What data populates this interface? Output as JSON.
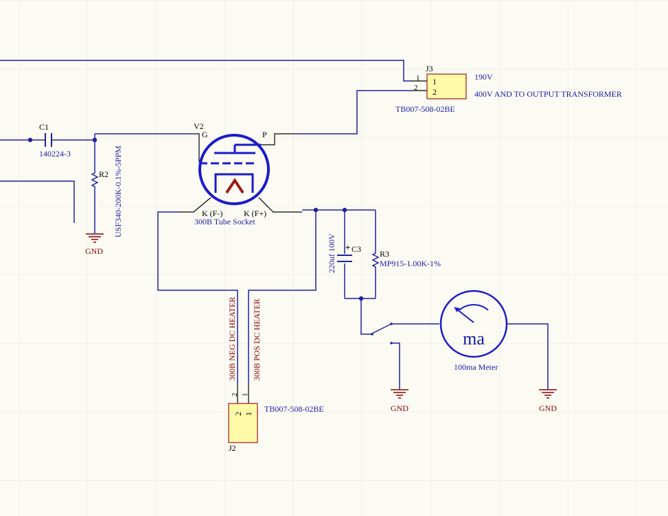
{
  "colors": {
    "background": "#fbfbf4",
    "grid": "#e6e6dc",
    "wire": "#1f1f9e",
    "pin": "#000000",
    "label_blue": "#1a1aa8",
    "label_red": "#8b0000",
    "connector_fill": "#fff9a8",
    "connector_border": "#a01818",
    "tube": "#1a1acc"
  },
  "components": {
    "c1": {
      "designator": "C1",
      "value": "140224-3"
    },
    "r2": {
      "designator": "R2",
      "value": "USF340-200K-0.1%-5PPM"
    },
    "v2": {
      "designator": "V2",
      "pin_g": "G",
      "pin_p": "P",
      "pin_kn": "K (F-)",
      "pin_kp": "K (F+)",
      "comment": "300B Tube Socket"
    },
    "j3": {
      "designator": "J3",
      "pin1": "1",
      "pin2": "2",
      "pin1_inside": "1",
      "pin2_inside": "2",
      "comment": "TB007-508-02BE"
    },
    "j2": {
      "designator": "J2",
      "pin1": "1",
      "pin2": "2",
      "pin1_inside": "1",
      "pin2_inside": "2",
      "comment": "TB007-508-02BE"
    },
    "c3": {
      "designator": "C3",
      "value": "220uf 100V",
      "polarity": "+"
    },
    "r3": {
      "designator": "R3",
      "value": "MP915-1.00K-1%"
    },
    "meter": {
      "symbol": "ma",
      "comment": "100ma Meter"
    }
  },
  "net_labels": {
    "v190": "190V",
    "v400": "400V AND TO OUTPUT TRANSFORMER",
    "heater_neg": "300B NEG DC HEATER",
    "heater_pos": "300B POS DC HEATER"
  },
  "power_ports": {
    "gnd1": "GND",
    "gnd2": "GND",
    "gnd3": "GND"
  }
}
